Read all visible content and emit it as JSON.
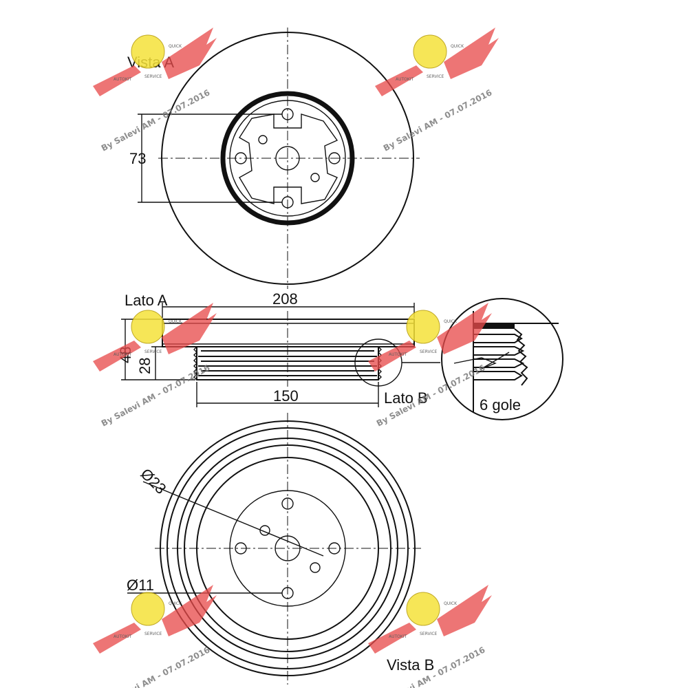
{
  "labels": {
    "vista_a": "Vista  A",
    "lato_a": "Lato  A",
    "lato_b": "Lato B",
    "vista_b": "Vista B",
    "grooves": "6 gole"
  },
  "dimensions": {
    "outer_diameter": "208",
    "pulley_diameter": "150",
    "total_width": "48",
    "pulley_width": "28",
    "hub_dimension": "73",
    "center_hole": "Ø23",
    "bolt_hole": "Ø11"
  },
  "watermark": {
    "text": "By Salevi AM - 07.07.2016",
    "badge_small": "AUTOKIT",
    "badge_small2": "QUICK",
    "badge_small3": "SERVICE"
  },
  "colors": {
    "line": "#111111",
    "watermark_wing": "#e84b4b",
    "watermark_badge": "#f5e23a",
    "watermark_text": "#7a7a7a"
  }
}
